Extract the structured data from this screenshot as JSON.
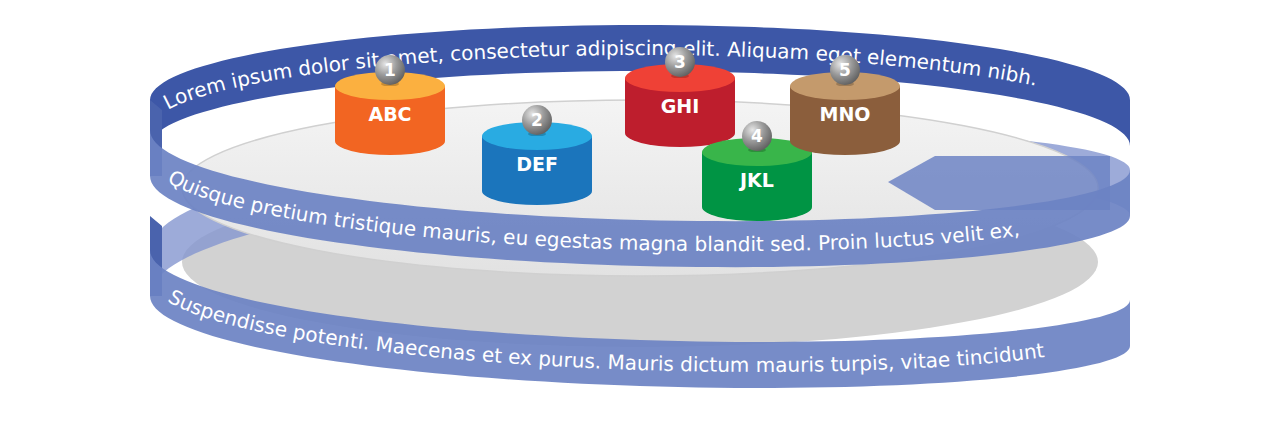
{
  "diagram": {
    "nodes": [
      {
        "text": [
          "ABC"
        ]
      },
      {
        "text": [
          "DEF"
        ]
      },
      {
        "text": [
          "GHI"
        ]
      },
      {
        "text": [
          "JKL"
        ]
      },
      {
        "text": [
          "MNO"
        ]
      }
    ],
    "labels": [
      "Lorem ipsum dolor sit amet, consectetur adipiscing elit. Aliquam eget elementum nibh.",
      "Quisque pretium tristique mauris, eu egestas magna blandit sed. Proin luctus velit ex,",
      "Suspendisse potenti. Maecenas et ex purus. Mauris dictum mauris turpis, vitae tincidunt",
      "1",
      "2",
      "3",
      "4",
      "5"
    ]
  }
}
